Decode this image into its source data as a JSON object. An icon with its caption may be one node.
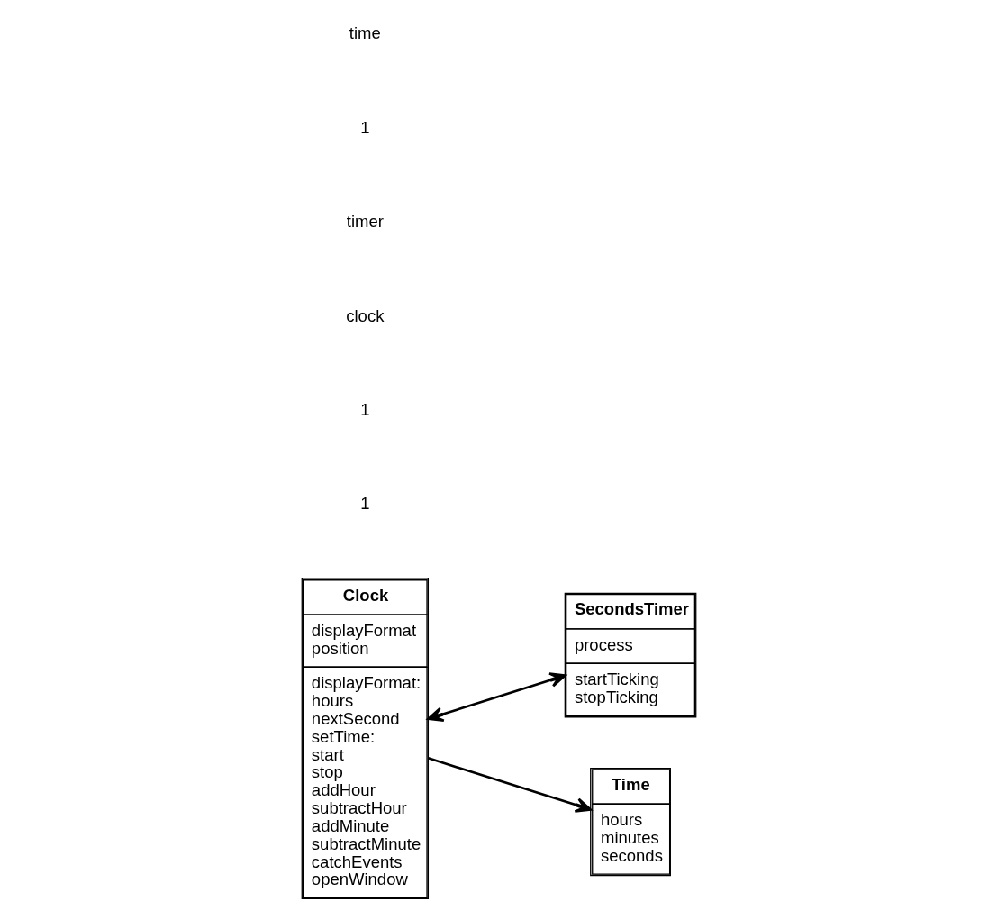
{
  "diagram": {
    "nodes": [
      {
        "text": [
          "Clock",
          "displayFormat position",
          "displayFormat: hours nextSecond setTime: start stop addHour subtractHour addMinute subtractMinute catchEvents openWindow"
        ]
      },
      {
        "text": [
          "SecondsTimer",
          "process",
          "startTicking stopTicking"
        ]
      },
      {
        "text": [
          "Time",
          "hours minutes seconds"
        ]
      }
    ],
    "edges": [
      {
        "from": 0,
        "to": 1,
        "arrow": "both"
      },
      {
        "from": 0,
        "to": 2,
        "arrow": "to"
      }
    ],
    "labels": [
      "1",
      "1",
      "clock",
      "timer",
      "1",
      "time"
    ]
  }
}
